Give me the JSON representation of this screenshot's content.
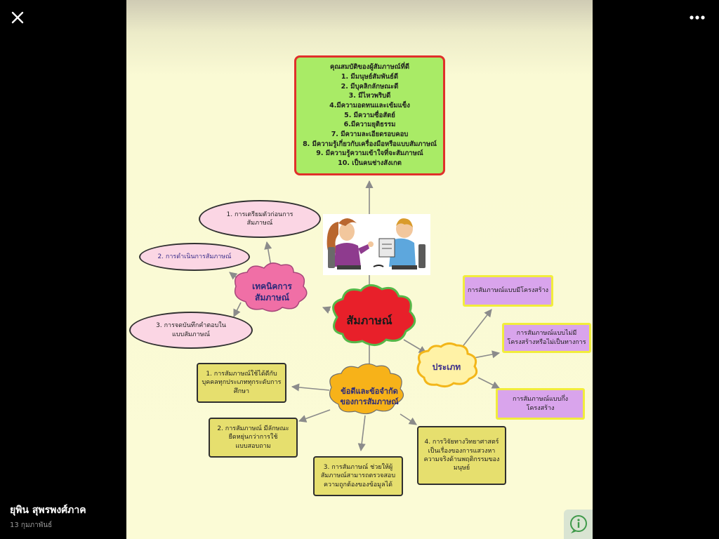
{
  "viewer": {
    "close_icon": "close-icon",
    "more_icon": "more-icon",
    "author": "ยุพิน สุพรพงศ์ภาค",
    "date": "13 กุมภาพันธ์"
  },
  "mindmap": {
    "center": "สัมภาษณ์",
    "qualities": {
      "title": "คุณสมบัติของผู้สัมภาษณ์ที่ดี",
      "items": [
        "1. มีมนุษย์สัมพันธ์ดี",
        "2. มีบุคลิกลักษณะดี",
        "3. มีไหวพริบดี",
        "4.มีความอดทนและเข้มแข็ง",
        "5. มีความซื่อสัตย์",
        "6.มีความยุติธรรม",
        "7. มีความละเอียดรอบคอบ",
        "8. มีความรู้เกี่ยวกับเครื่องมือหรือแบบสัมภาษณ์",
        "9. มีความรู้ความเข้าใจที่จะสัมภาษณ์",
        "10. เป็นคนช่างสังเกต"
      ]
    },
    "technique": {
      "label_1": "เทคนิคการ",
      "label_2": "สัมภาษณ์",
      "items": [
        [
          "1. การเตรียมตัวก่อนการ",
          "สัมภาษณ์"
        ],
        [
          "2. การดำเนินการสัมภาษณ์"
        ],
        [
          "3. การจดบันทึกคำตอบใน",
          "แบบสัมภาษณ์"
        ]
      ]
    },
    "types": {
      "label": "ประเภท",
      "items": [
        [
          "การสัมภาษณ์แบบมีโครงสร้าง"
        ],
        [
          "การสัมภาษณ์แบบไม่มี",
          "โครงสร้างหรือไม่เป็นทางการ"
        ],
        [
          "การสัมภาษณ์แบบกึ่ง",
          "โครงสร้าง"
        ]
      ]
    },
    "pros_cons": {
      "label_1": "ข้อดีและข้อจำกัด",
      "label_2": "ของการสัมภาษณ์",
      "items": [
        [
          "1. การสัมภาษณ์ใช้ได้ดีกับ",
          "บุคคลทุกประเภททุกระดับการ",
          "ศึกษา"
        ],
        [
          "2. การสัมภาษณ์ มีลักษณะ",
          "ยืดหยุ่นกว่าการใช้",
          "แบบสอบถาม"
        ],
        [
          "3. การสัมภาษณ์ ช่วยให้ผู้",
          "สัมภาษณ์สามารถตรวจสอบ",
          "ความถูกต้องของข้อมูลได้"
        ],
        [
          "4. การวิจัยทางวิทยาศาสตร์",
          "เป็นเรื่องของการแสวงหา",
          "ความจริงด้านพฤติกรรมของ",
          "มนุษย์"
        ]
      ]
    }
  },
  "colors": {
    "red_cloud": "#e8202a",
    "pink_cloud": "#f06fa6",
    "orange_cloud": "#f7b219",
    "yellow_cloud": "#fff2a6",
    "green_box": "#a9eb66",
    "purple_box": "#d9a4ec",
    "yellow_box": "#e6df6e",
    "ellipse": "#fbd6e4"
  },
  "info_icon": "info-icon"
}
